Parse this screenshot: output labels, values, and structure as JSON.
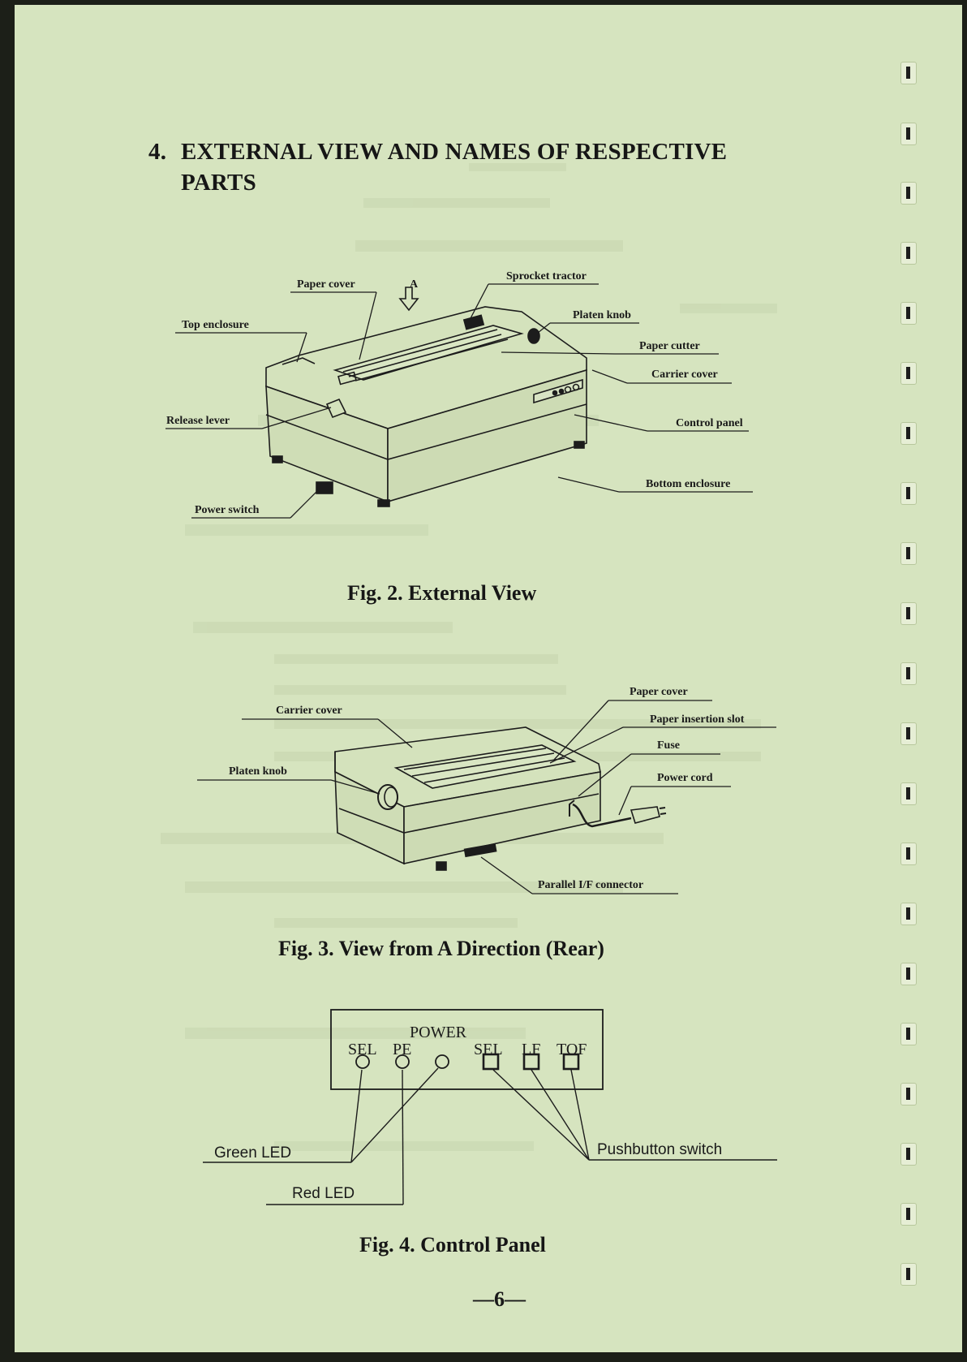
{
  "heading": {
    "number": "4.",
    "line1": "EXTERNAL  VIEW  AND  NAMES  OF  RESPECTIVE",
    "line2": "PARTS"
  },
  "fig2": {
    "caption": "Fig. 2.  External View",
    "direction_marker": "A",
    "labels": {
      "paper_cover": "Paper cover",
      "sprocket_tractor": "Sprocket tractor",
      "platen_knob": "Platen knob",
      "paper_cutter": "Paper cutter",
      "carrier_cover": "Carrier cover",
      "top_enclosure": "Top enclosure",
      "release_lever": "Release lever",
      "control_panel": "Control panel",
      "bottom_enclosure": "Bottom enclosure",
      "power_switch": "Power switch"
    }
  },
  "fig3": {
    "caption": "Fig. 3.  View from A Direction (Rear)",
    "labels": {
      "paper_cover": "Paper cover",
      "carrier_cover": "Carrier cover",
      "paper_insertion_slot": "Paper insertion slot",
      "fuse": "Fuse",
      "platen_knob": "Platen knob",
      "power_cord": "Power cord",
      "parallel_connector": "Parallel I/F connector"
    }
  },
  "fig4": {
    "caption": "Fig. 4.  Control Panel",
    "panel": {
      "power": "POWER",
      "sel_led": "SEL",
      "pe_led": "PE",
      "sel_btn": "SEL",
      "lf_btn": "LF",
      "tof_btn": "TOF"
    },
    "labels": {
      "green_led": "Green LED",
      "red_led": "Red LED",
      "pushbutton_switch": "Pushbutton switch"
    }
  },
  "page_number": "—6—"
}
